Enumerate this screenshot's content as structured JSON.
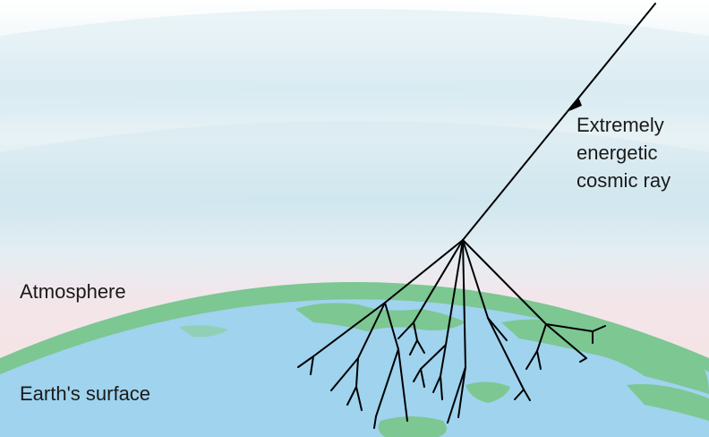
{
  "labels": {
    "cosmic_ray": [
      "Extremely",
      "energetic",
      "cosmic ray"
    ],
    "atmosphere": "Atmosphere",
    "earth_surface": "Earth's surface"
  },
  "colors": {
    "sky_top": "#ffffff",
    "sky_blue": "#cfe6ee",
    "sky_pink": "#f4e4e6",
    "ocean": "#9fd3ee",
    "land": "#7cc792",
    "ray_line": "#000000"
  }
}
